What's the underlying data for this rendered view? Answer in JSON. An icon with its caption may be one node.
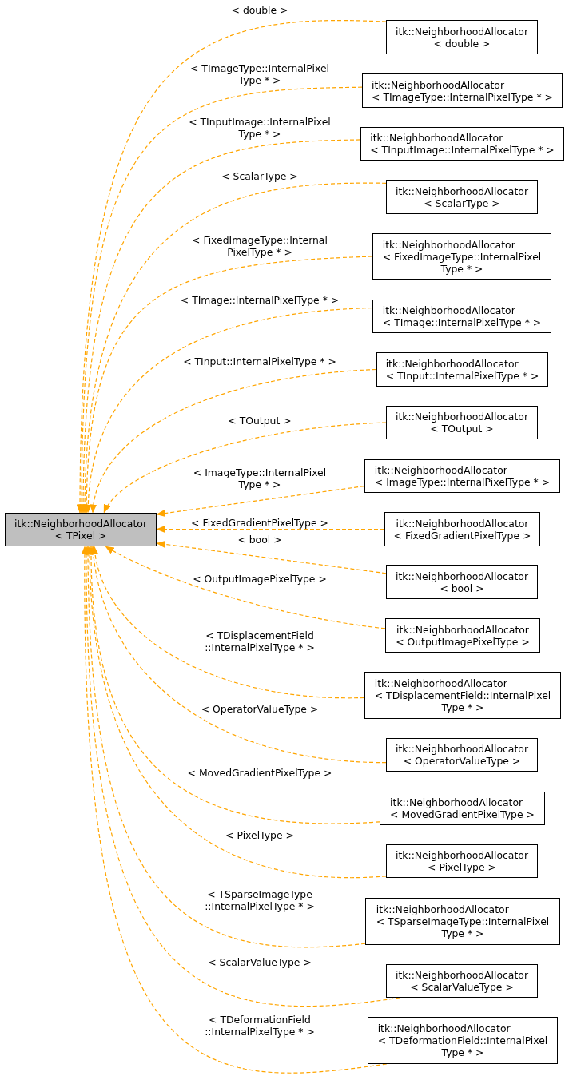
{
  "diagram": {
    "nodes": [
      {
        "text": [
          "itk::NeighborhoodAllocator < TPixel >"
        ]
      },
      {
        "text": [
          "itk::NeighborhoodAllocator < double >"
        ]
      },
      {
        "text": [
          "itk::NeighborhoodAllocator < TImageType::InternalPixelType * >"
        ]
      },
      {
        "text": [
          "itk::NeighborhoodAllocator < TInputImage::InternalPixelType * >"
        ]
      },
      {
        "text": [
          "itk::NeighborhoodAllocator < ScalarType >"
        ]
      },
      {
        "text": [
          "itk::NeighborhoodAllocator < FixedImageType::InternalPixel Type * >"
        ]
      },
      {
        "text": [
          "itk::NeighborhoodAllocator < TImage::InternalPixelType * >"
        ]
      },
      {
        "text": [
          "itk::NeighborhoodAllocator < TInput::InternalPixelType * >"
        ]
      },
      {
        "text": [
          "itk::NeighborhoodAllocator < TOutput >"
        ]
      },
      {
        "text": [
          "itk::NeighborhoodAllocator < ImageType::InternalPixelType * >"
        ]
      },
      {
        "text": [
          "itk::NeighborhoodAllocator < FixedGradientPixelType >"
        ]
      },
      {
        "text": [
          "itk::NeighborhoodAllocator < bool >"
        ]
      },
      {
        "text": [
          "itk::NeighborhoodAllocator < OutputImagePixelType >"
        ]
      },
      {
        "text": [
          "itk::NeighborhoodAllocator < TDisplacementField::InternalPixel Type * >"
        ]
      },
      {
        "text": [
          "itk::NeighborhoodAllocator < OperatorValueType >"
        ]
      },
      {
        "text": [
          "itk::NeighborhoodAllocator < MovedGradientPixelType >"
        ]
      },
      {
        "text": [
          "itk::NeighborhoodAllocator < PixelType >"
        ]
      },
      {
        "text": [
          "itk::NeighborhoodAllocator < TSparseImageType::InternalPixel Type * >"
        ]
      },
      {
        "text": [
          "itk::NeighborhoodAllocator < ScalarValueType >"
        ]
      },
      {
        "text": [
          "itk::NeighborhoodAllocator < TDeformationField::InternalPixel Type * >"
        ]
      }
    ],
    "edges": [
      {
        "from": 1,
        "to": 0,
        "arrow": "to",
        "label": "< double >",
        "style": "dashed"
      },
      {
        "from": 2,
        "to": 0,
        "arrow": "to",
        "label": "< TImageType::InternalPixel Type * >",
        "style": "dashed"
      },
      {
        "from": 3,
        "to": 0,
        "arrow": "to",
        "label": "< TInputImage::InternalPixel Type * >",
        "style": "dashed"
      },
      {
        "from": 4,
        "to": 0,
        "arrow": "to",
        "label": "< ScalarType >",
        "style": "dashed"
      },
      {
        "from": 5,
        "to": 0,
        "arrow": "to",
        "label": "< FixedImageType::Internal PixelType * >",
        "style": "dashed"
      },
      {
        "from": 6,
        "to": 0,
        "arrow": "to",
        "label": "< TImage::InternalPixelType * >",
        "style": "dashed"
      },
      {
        "from": 7,
        "to": 0,
        "arrow": "to",
        "label": "< TInput::InternalPixelType * >",
        "style": "dashed"
      },
      {
        "from": 8,
        "to": 0,
        "arrow": "to",
        "label": "< TOutput >",
        "style": "dashed"
      },
      {
        "from": 9,
        "to": 0,
        "arrow": "to",
        "label": "< ImageType::InternalPixel Type * >",
        "style": "dashed"
      },
      {
        "from": 10,
        "to": 0,
        "arrow": "to",
        "label": "< FixedGradientPixelType >",
        "style": "dashed"
      },
      {
        "from": 11,
        "to": 0,
        "arrow": "to",
        "label": "< bool >",
        "style": "dashed"
      },
      {
        "from": 12,
        "to": 0,
        "arrow": "to",
        "label": "< OutputImagePixelType >",
        "style": "dashed"
      },
      {
        "from": 13,
        "to": 0,
        "arrow": "to",
        "label": "< TDisplacementField ::InternalPixelType * >",
        "style": "dashed"
      },
      {
        "from": 14,
        "to": 0,
        "arrow": "to",
        "label": "< OperatorValueType >",
        "style": "dashed"
      },
      {
        "from": 15,
        "to": 0,
        "arrow": "to",
        "label": "< MovedGradientPixelType >",
        "style": "dashed"
      },
      {
        "from": 16,
        "to": 0,
        "arrow": "to",
        "label": "< PixelType >",
        "style": "dashed"
      },
      {
        "from": 17,
        "to": 0,
        "arrow": "to",
        "label": "< TSparseImageType ::InternalPixelType * >",
        "style": "dashed"
      },
      {
        "from": 18,
        "to": 0,
        "arrow": "to",
        "label": "< ScalarValueType >",
        "style": "dashed"
      },
      {
        "from": 19,
        "to": 0,
        "arrow": "to",
        "label": "< TDeformationField ::InternalPixelType * >",
        "style": "dashed"
      }
    ]
  }
}
